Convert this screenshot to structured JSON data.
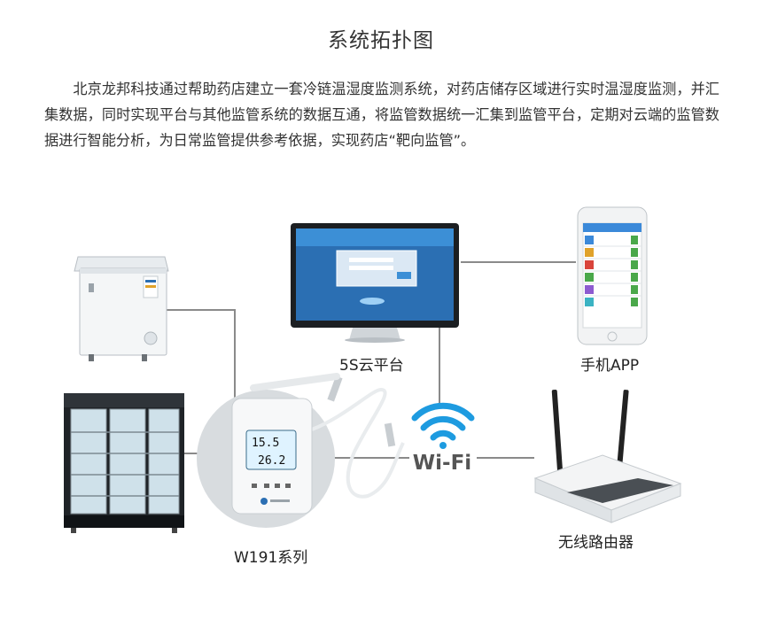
{
  "title": "系统拓扑图",
  "intro": "北京龙邦科技通过帮助药店建立一套冷链温湿度监测系统，对药店储存区域进行实时温湿度监测，并汇集数据，同时实现平台与其他监管系统的数据互通，将监管数据统一汇集到监管平台，定期对云端的监管数据进行智能分析，为日常监管提供参考依据，实现药店“靶向监管”。",
  "nodes": {
    "cloud_platform": "5S云平台",
    "mobile_app": "手机APP",
    "router": "无线路由器",
    "sensor": "W191系列",
    "wifi": "Wi-Fi"
  },
  "sensor_display": {
    "temperature": "15.5",
    "humidity": "26.2"
  },
  "colors": {
    "wifi_blue": "#1e9be0",
    "line": "#8a8a8a",
    "screen_blue": "#2b6fb3"
  }
}
